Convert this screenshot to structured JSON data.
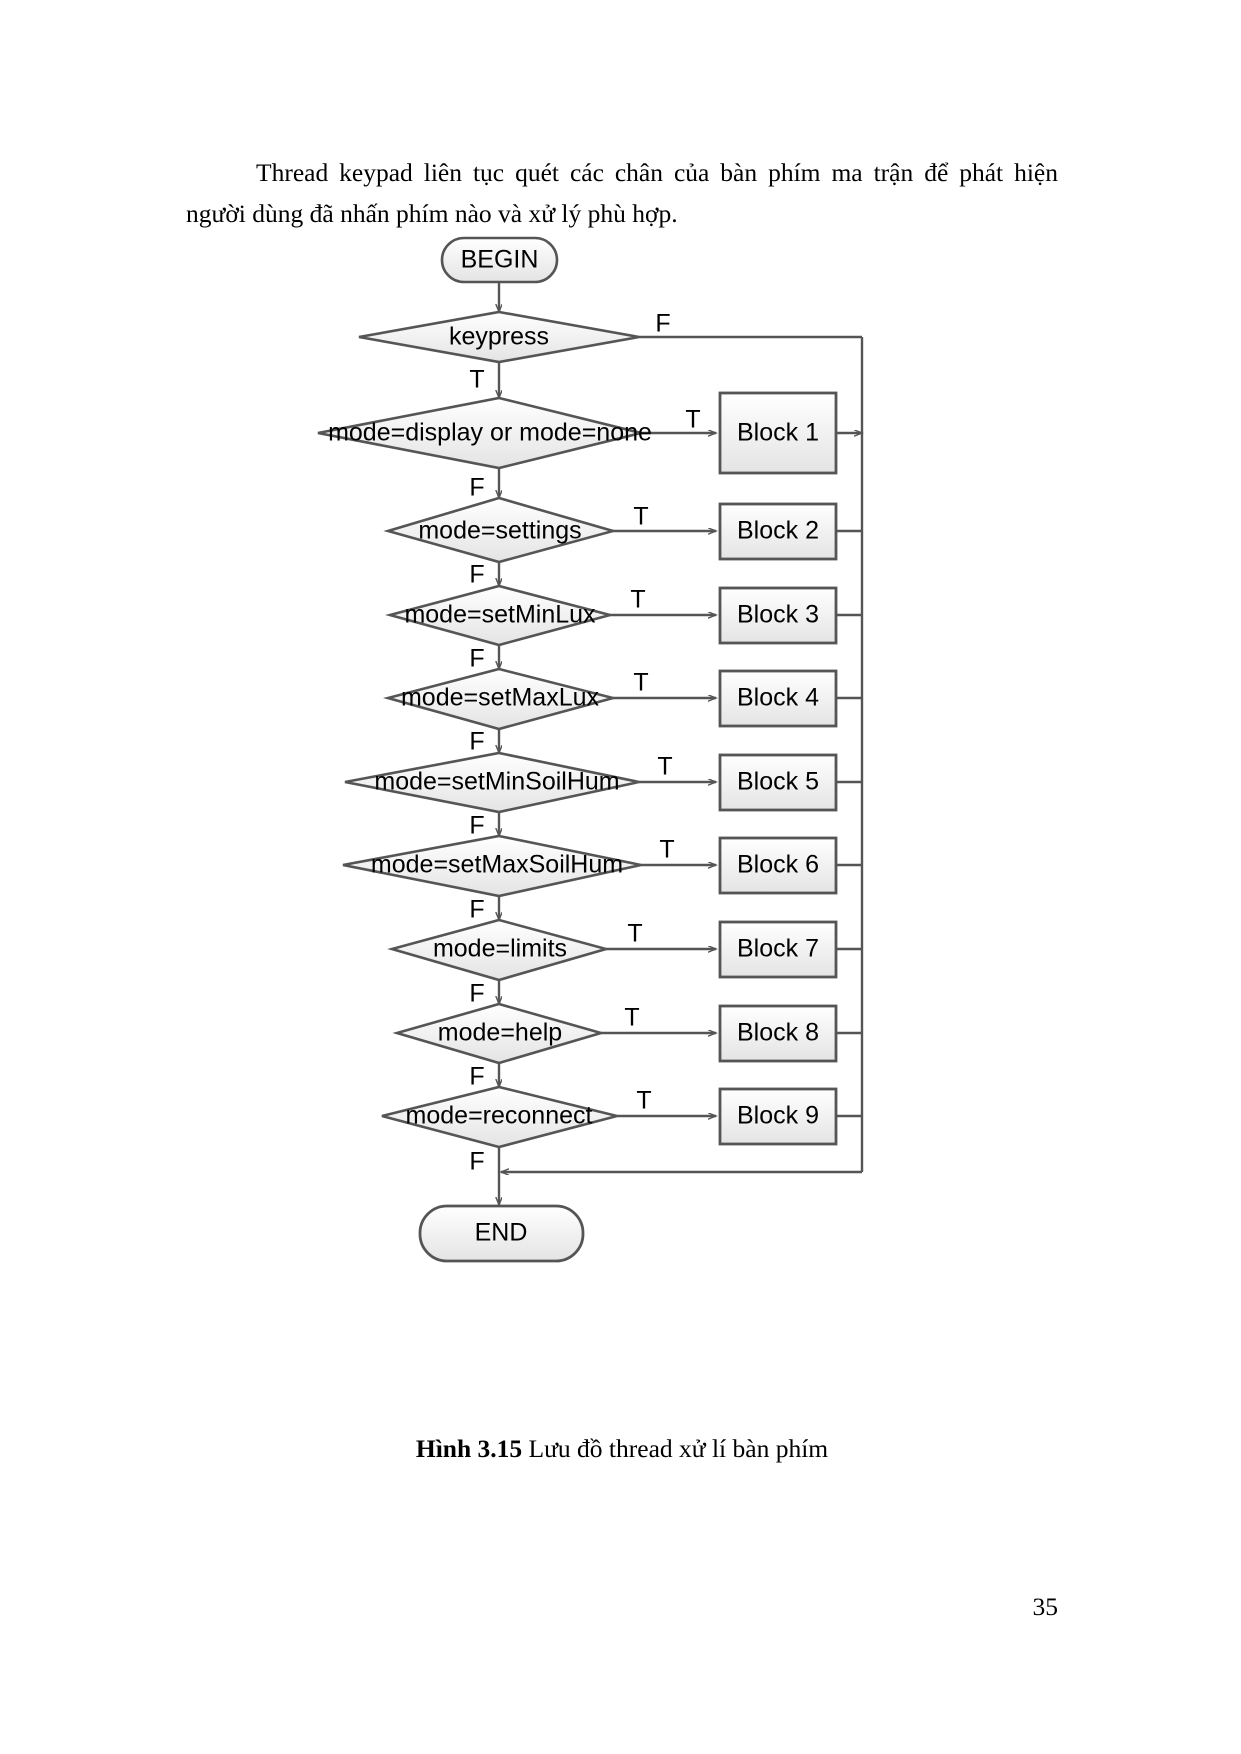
{
  "document": {
    "paragraph": "Thread keypad liên tục quét các chân của bàn phím ma trận để phát hiện người dùng đã nhấn phím nào và xử lý phù hợp.",
    "caption_label": "Hình 3.15",
    "caption_text": " Lưu đồ thread xử lí bàn phím",
    "page_number": "35"
  },
  "flowchart": {
    "title": "Lưu đồ thread xử lí bàn phím",
    "colors": {
      "node_stroke": "#555555",
      "node_fill_top": "#ffffff",
      "node_fill_bottom": "#e8e8e8",
      "line": "#555555",
      "text": "#000000"
    },
    "start_node": {
      "label": "BEGIN",
      "shape": "rounded-terminator"
    },
    "end_node": {
      "label": "END",
      "shape": "rounded-terminator"
    },
    "decisions": [
      {
        "label": "keypress",
        "true_label": "T",
        "false_label": "F",
        "target": null
      },
      {
        "label": "mode=display or mode=none",
        "true_label": "T",
        "false_label": "F",
        "target": "Block 1"
      },
      {
        "label": "mode=settings",
        "true_label": "T",
        "false_label": "F",
        "target": "Block 2"
      },
      {
        "label": "mode=setMinLux",
        "true_label": "T",
        "false_label": "F",
        "target": "Block 3"
      },
      {
        "label": "mode=setMaxLux",
        "true_label": "T",
        "false_label": "F",
        "target": "Block 4"
      },
      {
        "label": "mode=setMinSoilHum",
        "true_label": "T",
        "false_label": "F",
        "target": "Block 5"
      },
      {
        "label": "mode=setMaxSoilHum",
        "true_label": "T",
        "false_label": "F",
        "target": "Block 6"
      },
      {
        "label": "mode=limits",
        "true_label": "T",
        "false_label": "F",
        "target": "Block 7"
      },
      {
        "label": "mode=help",
        "true_label": "T",
        "false_label": "F",
        "target": "Block 8"
      },
      {
        "label": "mode=reconnect",
        "true_label": "T",
        "false_label": "F",
        "target": "Block 9"
      }
    ],
    "process_blocks": [
      {
        "label": "Block 1"
      },
      {
        "label": "Block 2"
      },
      {
        "label": "Block 3"
      },
      {
        "label": "Block 4"
      },
      {
        "label": "Block 5"
      },
      {
        "label": "Block 6"
      },
      {
        "label": "Block 7"
      },
      {
        "label": "Block 8"
      },
      {
        "label": "Block 9"
      }
    ],
    "keypress_false_branch_label": "F",
    "final_false_branch_label": "F"
  }
}
